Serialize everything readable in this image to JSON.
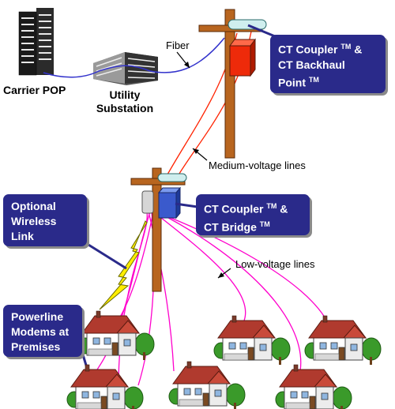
{
  "labels": {
    "carrier_pop": "Carrier POP",
    "utility_substation_line1": "Utility",
    "utility_substation_line2": "Substation",
    "fiber": "Fiber",
    "medium_voltage": "Medium-voltage lines",
    "low_voltage": "Low-voltage lines"
  },
  "callouts": {
    "backhaul": {
      "line1_text": "CT Coupler",
      "line1_mark": "TM",
      "line1_tail": " &",
      "line2": "CT Backhaul",
      "line3_text": "Point",
      "line3_mark": "TM"
    },
    "bridge": {
      "line1_text": "CT Coupler",
      "line1_mark": "TM",
      "line1_tail": " &",
      "line2_text": "CT Bridge",
      "line2_mark": "TM"
    },
    "wireless": {
      "line1": "Optional",
      "line2": "Wireless",
      "line3": "Link"
    },
    "modems": {
      "line1": "Powerline",
      "line2": "Modems at",
      "line3": "Premises"
    }
  },
  "colors": {
    "callout_fill": "#2a2a8a",
    "pole": "#b8651f",
    "fiber_line": "#3333cc",
    "medium_voltage_line": "#ff2200",
    "low_voltage_line": "#ff00cc",
    "lightning": "#ffee00"
  }
}
